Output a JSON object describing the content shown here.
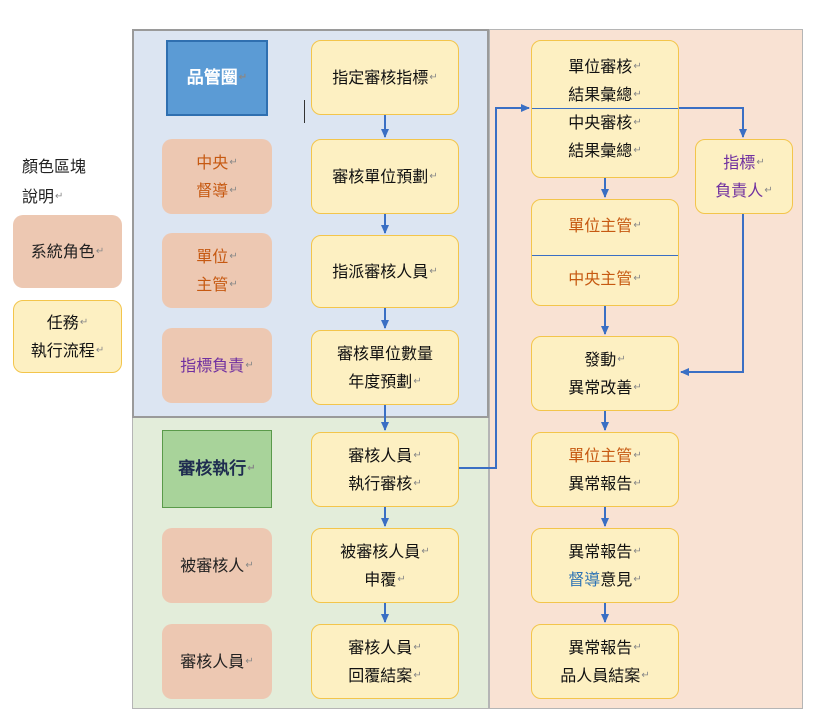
{
  "legend": {
    "title_line1": "顏色區塊",
    "title_line2": "說明",
    "role_line1": "系統角色",
    "task_line1": "任務",
    "task_line2": "執行流程"
  },
  "left_column": {
    "role1": "品管圈",
    "role2_line1": "中央",
    "role2_line2": "督導",
    "role3_line1": "單位",
    "role3_line2": "主管",
    "role4": "指標負責",
    "role5": "審核執行",
    "role6": "被審核人",
    "role7": "審核人員"
  },
  "middle_column": {
    "step1": "指定審核指標",
    "step2": "審核單位預劃",
    "step3": "指派審核人員",
    "step4_line1": "審核單位數量",
    "step4_line2": "年度預劃",
    "step5_line1": "審核人員",
    "step5_line2": "執行審核",
    "step6_line1": "被審核人員",
    "step6_line2": "申覆",
    "step7_line1": "審核人員",
    "step7_line2": "回覆結案"
  },
  "right_column": {
    "summary_line1": "單位審核",
    "summary_line2": "結果彙總",
    "summary_line3": "中央審核",
    "summary_line4": "結果彙總",
    "supervisor_line1": "單位主管",
    "supervisor_line2": "中央主管",
    "improve_line1": "發動",
    "improve_line2": "異常改善",
    "report_line1": "單位主管",
    "report_line2": "異常報告",
    "opinion_line1": "異常報告",
    "opinion_line2a": "督導",
    "opinion_line2b": "意見",
    "close_line1": "異常報告",
    "close_line2": "品人員結案",
    "owner_line1": "指標",
    "owner_line2": "負責人"
  },
  "colors": {
    "blue_panel": "#dce5f2",
    "green_panel": "#e3edda",
    "peach_panel": "#f9e2d3",
    "task_fill": "#fdf0c2",
    "task_border": "#f3c54b",
    "role_fill": "#edc8b2",
    "arrow": "#3a6fc4",
    "orange_text": "#c65911",
    "purple_text": "#7030a0"
  }
}
